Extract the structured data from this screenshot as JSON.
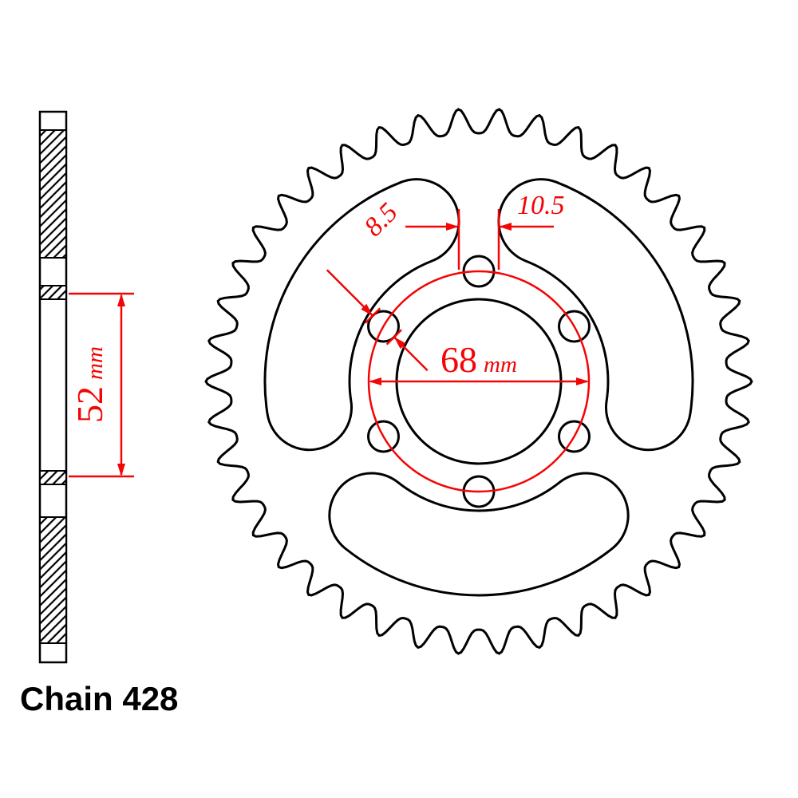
{
  "diagram": {
    "caption": "Chain 428",
    "colors": {
      "dimension": "#f40404",
      "outline": "#000000",
      "background": "#ffffff"
    },
    "side_view": {
      "dim_52": {
        "value": "52",
        "unit": "mm"
      }
    },
    "front_view": {
      "teeth": 42,
      "dim_68": {
        "value": "68",
        "unit": "mm"
      },
      "dim_8_5": {
        "value": "8.5"
      },
      "dim_10_5": {
        "value": "10.5"
      }
    }
  }
}
